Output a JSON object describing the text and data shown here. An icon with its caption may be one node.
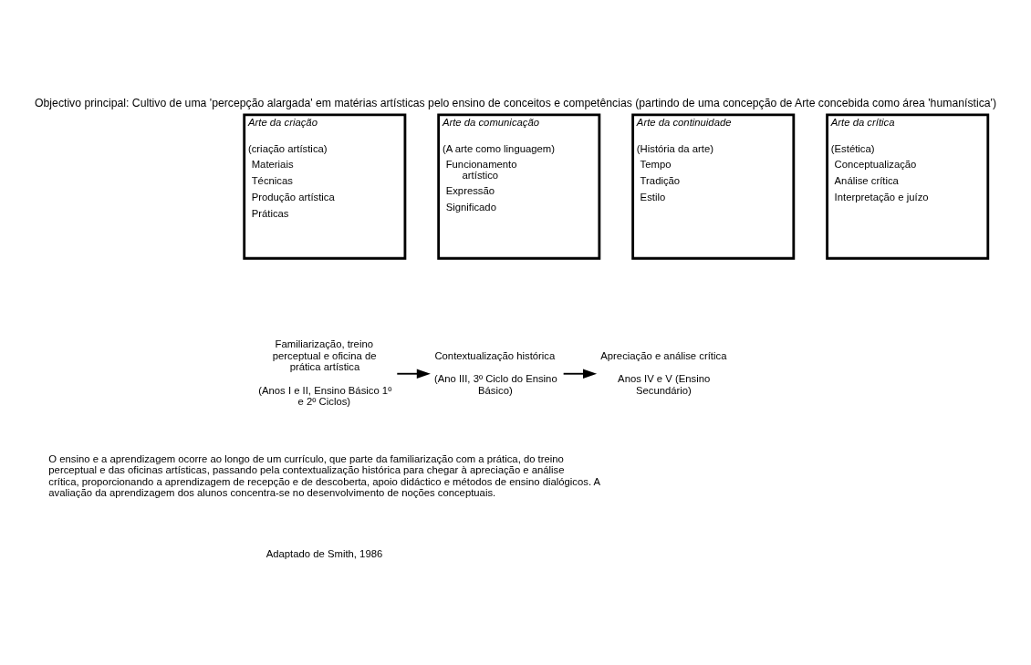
{
  "diagram": {
    "title": "Objectivo principal: Cultivo de uma 'percepção alargada' em matérias artísticas pelo ensino de conceitos e competências (partindo de uma concepção de Arte concebida como área 'humanística')",
    "nodes": [
      {
        "text": [
          "Arte da criação",
          "(criação artística)",
          "Materiais",
          "Técnicas",
          "Produção artística",
          "Práticas"
        ]
      },
      {
        "text": [
          "Arte da comunicação",
          "(A arte como linguagem)",
          "Funcionamento artístico",
          "Expressão",
          "Significado"
        ]
      },
      {
        "text": [
          "Arte da continuidade",
          "(História da arte)",
          "Tempo",
          "Tradição",
          "Estilo"
        ]
      },
      {
        "text": [
          "Arte da crítica",
          "(Estética)",
          "Conceptualização",
          "Análise crítica",
          "Interpretação e juízo"
        ]
      },
      {
        "text": [
          "Familiarização, treino perceptual e oficina de prática artística",
          "(Anos I e II, Ensino Básico 1º e 2º Ciclos)"
        ]
      },
      {
        "text": [
          "Contextualização histórica",
          "(Ano III, 3º Ciclo do Ensino Básico)"
        ]
      },
      {
        "text": [
          "Apreciação e análise crítica",
          "Anos IV e V (Ensino Secundário)"
        ]
      }
    ],
    "edges": [
      {
        "from": 4,
        "to": 5,
        "arrow": "to"
      },
      {
        "from": 5,
        "to": 6,
        "arrow": "to"
      }
    ],
    "labels": [
      "O ensino e a aprendizagem ocorre ao longo de um currículo, que parte da familiarização com a prática, do treino perceptual e das oficinas artísticas, passando pela contextualização histórica para chegar à apreciação e análise crítica, proporcionando a aprendizagem de recepção e de descoberta, apoio didáctico e métodos de ensino dialógicos. A avaliação da aprendizagem dos alunos concentra-se no desenvolvimento de noções conceptuais.",
      "Adaptado de Smith, 1986"
    ]
  }
}
